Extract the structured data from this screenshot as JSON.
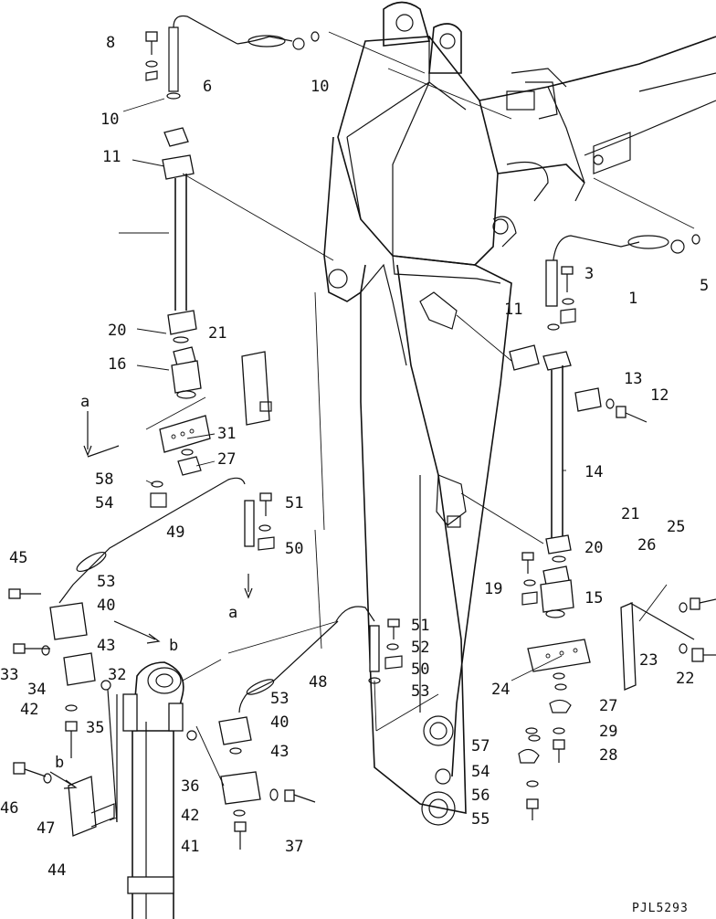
{
  "drawing_code": "PJL5293",
  "view_letters": {
    "a_top": "a",
    "a_mid": "a",
    "b_mid": "b",
    "b_low": "b"
  },
  "labels": {
    "n8": "8",
    "n6": "6",
    "n10a": "10",
    "n10b": "10",
    "n11a": "11",
    "n20a": "20",
    "n21a": "21",
    "n16": "16",
    "n31": "31",
    "n27a": "27",
    "n58": "58",
    "n54a": "54",
    "n49": "49",
    "n51a": "51",
    "n50a": "50",
    "n45": "45",
    "n53a": "53",
    "n40a": "40",
    "n43a": "43",
    "n33": "33",
    "n34": "34",
    "n32": "32",
    "n42a": "42",
    "n35": "35",
    "n46": "46",
    "n47": "47",
    "n44": "44",
    "n36": "36",
    "n40b": "40",
    "n43b": "43",
    "n53b": "53",
    "n42b": "42",
    "n41": "41",
    "n37": "37",
    "n48": "48",
    "n51b": "51",
    "n52": "52",
    "n50b": "50",
    "n53c": "53",
    "n3": "3",
    "n5": "5",
    "n1": "1",
    "n11b": "11",
    "n13": "13",
    "n12": "12",
    "n14": "14",
    "n21b": "21",
    "n25": "25",
    "n26": "26",
    "n20b": "20",
    "n19": "19",
    "n15": "15",
    "n23": "23",
    "n22": "22",
    "n24": "24",
    "n27b": "27",
    "n29": "29",
    "n28": "28",
    "n57": "57",
    "n54b": "54",
    "n56": "56",
    "n55": "55"
  }
}
